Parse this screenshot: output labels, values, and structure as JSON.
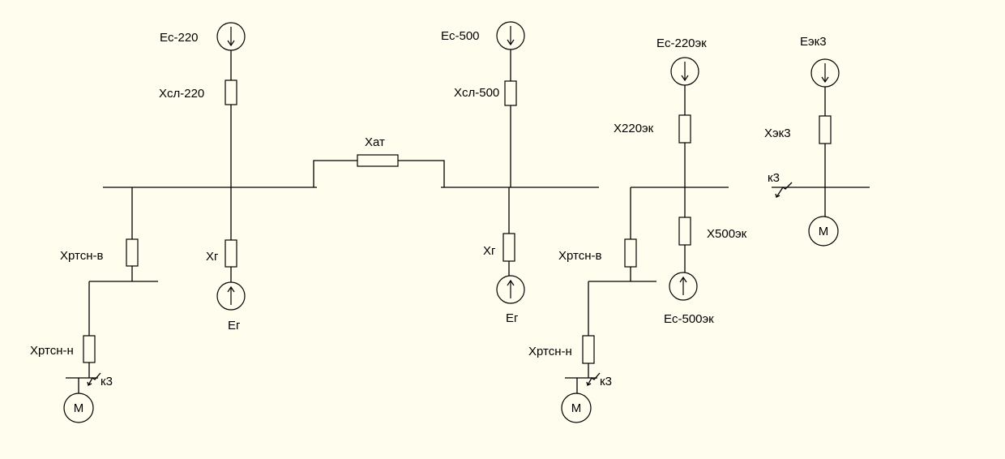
{
  "labels": {
    "es220": "Ec-220",
    "xsl220": "Xсл-220",
    "es500": "Ec-500",
    "xsl500": "Xсл-500",
    "xat": "Xат",
    "xrtsn_v_left": "Xртсн-в",
    "xg_left": "Xг",
    "eg_left": "Eг",
    "xrtsn_n_left": "Xртсн-н",
    "k3_left": "к3",
    "m_left": "M",
    "xg_mid": "Xг",
    "eg_mid": "Eг",
    "es220ek": "Ec-220эк",
    "x220ek": "X220эк",
    "x500ek": "X500эк",
    "es500ek": "Ec-500эк",
    "xrtsn_v_right": "Xртсн-в",
    "xrtsn_n_right": "Xртсн-н",
    "k3_right": "к3",
    "m_right": "M",
    "eek3": "Eэк3",
    "xek3": "Xэк3",
    "k3_far": "к3",
    "m_far": "M"
  }
}
